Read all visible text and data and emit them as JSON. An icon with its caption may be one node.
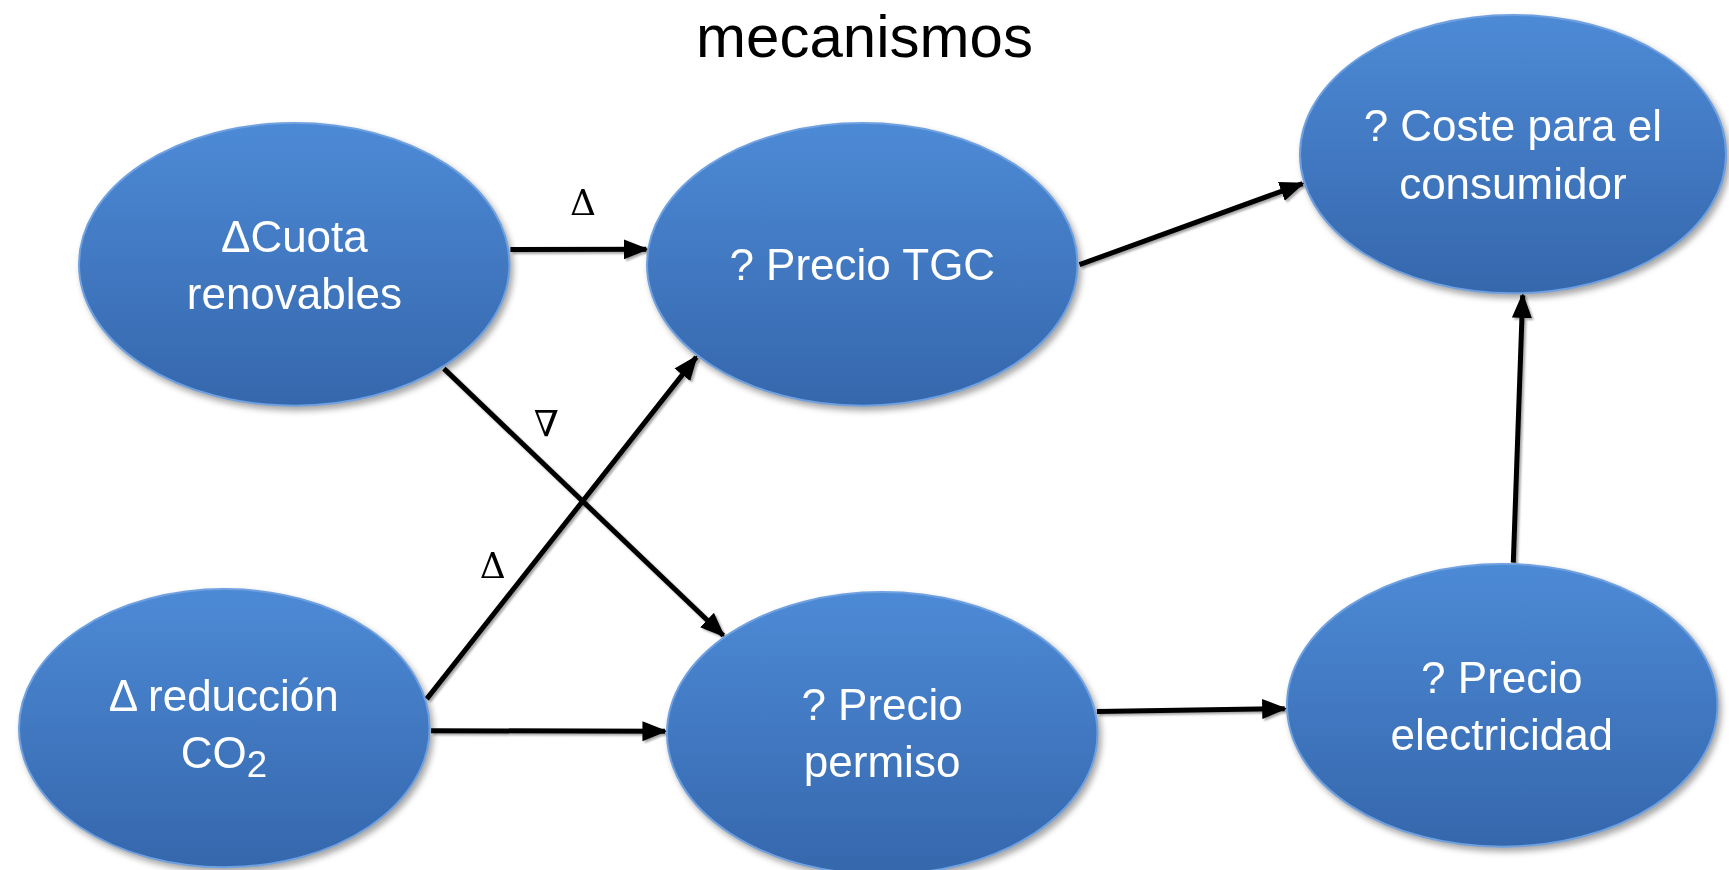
{
  "diagram": {
    "title": "mecanismos",
    "nodes": [
      {
        "text": [
          "ΔCuota renovables"
        ]
      },
      {
        "text": [
          "? Precio TGC"
        ]
      },
      {
        "text": [
          "? Coste para el consumidor"
        ]
      },
      {
        "text": [
          "Δ reducción CO$_{2}$"
        ]
      },
      {
        "text": [
          "? Precio permiso"
        ]
      },
      {
        "text": [
          "? Precio electricidad"
        ]
      }
    ],
    "edges": [
      {
        "from": 0,
        "to": 1,
        "arrow": "to",
        "label": "Δ"
      },
      {
        "from": 0,
        "to": 4,
        "arrow": "to",
        "label": "∇"
      },
      {
        "from": 3,
        "to": 1,
        "arrow": "to",
        "label": "Δ"
      },
      {
        "from": 3,
        "to": 4,
        "arrow": "to"
      },
      {
        "from": 1,
        "to": 2,
        "arrow": "to"
      },
      {
        "from": 4,
        "to": 5,
        "arrow": "to"
      },
      {
        "from": 5,
        "to": 2,
        "arrow": "to"
      }
    ]
  }
}
